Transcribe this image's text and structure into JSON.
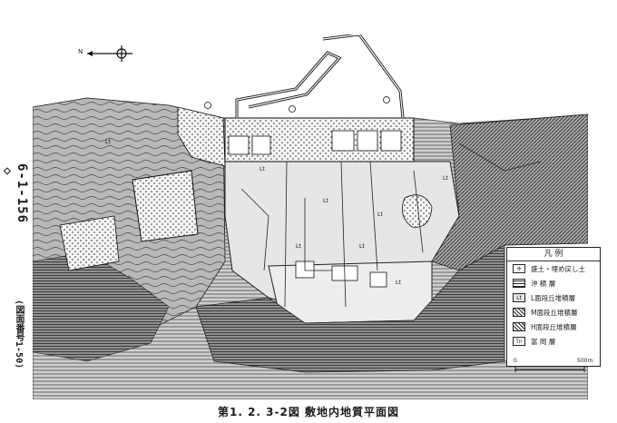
{
  "side_code": "6-1-156 ◇",
  "side_sub": "(図面番号1-50)",
  "caption": "第1. 2. 3-2図 敷地内地質平面図",
  "north_label": "N",
  "legend": {
    "title": "凡 例",
    "items": [
      {
        "symbol": "",
        "label": "盛土・埋め戻し土",
        "icon": "fill"
      },
      {
        "symbol": "",
        "label": "沖 積 層",
        "icon": "alluvium"
      },
      {
        "symbol": "Lt",
        "label": "L面段丘堆積層",
        "icon": "l-terrace"
      },
      {
        "symbol": "",
        "label": "M面段丘堆積層",
        "icon": "m-terrace"
      },
      {
        "symbol": "",
        "label": "H面段丘堆積層",
        "icon": "h-terrace"
      },
      {
        "symbol": "Tn",
        "label": "富 岡 層",
        "icon": "tomioka"
      }
    ]
  },
  "scale_bar": {
    "start": "0",
    "end": "500m"
  },
  "map_labels": [
    "Lt",
    "Lt",
    "Lt",
    "Lt",
    "Lt",
    "Lt",
    "Lt",
    "Lt"
  ]
}
